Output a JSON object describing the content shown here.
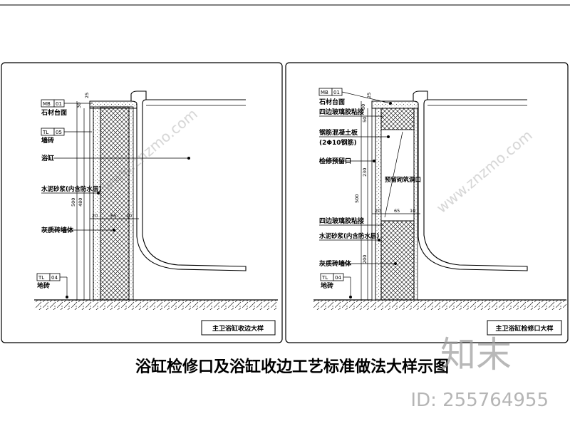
{
  "caption": "浴缸检修口及浴缸收边工艺标准做法大样示图",
  "watermark": {
    "logo_text": "知末",
    "id_text": "ID: 255764955",
    "url_text": "www.znzmo.com"
  },
  "left_panel": {
    "title": "主卫浴缸收边大样",
    "tags": {
      "countertop": {
        "code": "MB",
        "num": "01",
        "label": "石材台面"
      },
      "wall_tile": {
        "code": "TL",
        "num": "05",
        "label": "墙砖"
      },
      "floor_tile": {
        "code": "TL",
        "num": "04",
        "label": "地砖"
      }
    },
    "labels": {
      "bathtub": "浴缸",
      "mortar": "水泥砂浆(内含防水层)",
      "brick": "灰质砖墙体"
    },
    "dims": {
      "d25": "25",
      "d30": "30",
      "d500": "500",
      "d480": "480",
      "d20": "20",
      "d65": "65",
      "d10": "10"
    }
  },
  "right_panel": {
    "title": "主卫浴缸检修口大样",
    "tags": {
      "countertop": {
        "code": "MB",
        "num": "01",
        "label": "石材台面"
      },
      "floor_tile": {
        "code": "TL",
        "num": "04",
        "label": "地砖"
      }
    },
    "labels": {
      "glue_top": "四边玻璃胶粘接",
      "slab": "钢筋混凝土板",
      "rebar": "(2Φ10钢筋)",
      "opening": "检修预留口",
      "reserved_hole": "预留砌筑洞口",
      "glue_bottom": "四边玻璃胶粘接",
      "mortar": "水泥砂浆(内含防水层)",
      "brick": "灰质砖墙体"
    },
    "dims": {
      "d25": "25",
      "d30": "30",
      "d50": "50",
      "d230": "230",
      "d500": "500",
      "d20": "20",
      "d65": "65",
      "d10": "10",
      "d200": "200"
    }
  }
}
